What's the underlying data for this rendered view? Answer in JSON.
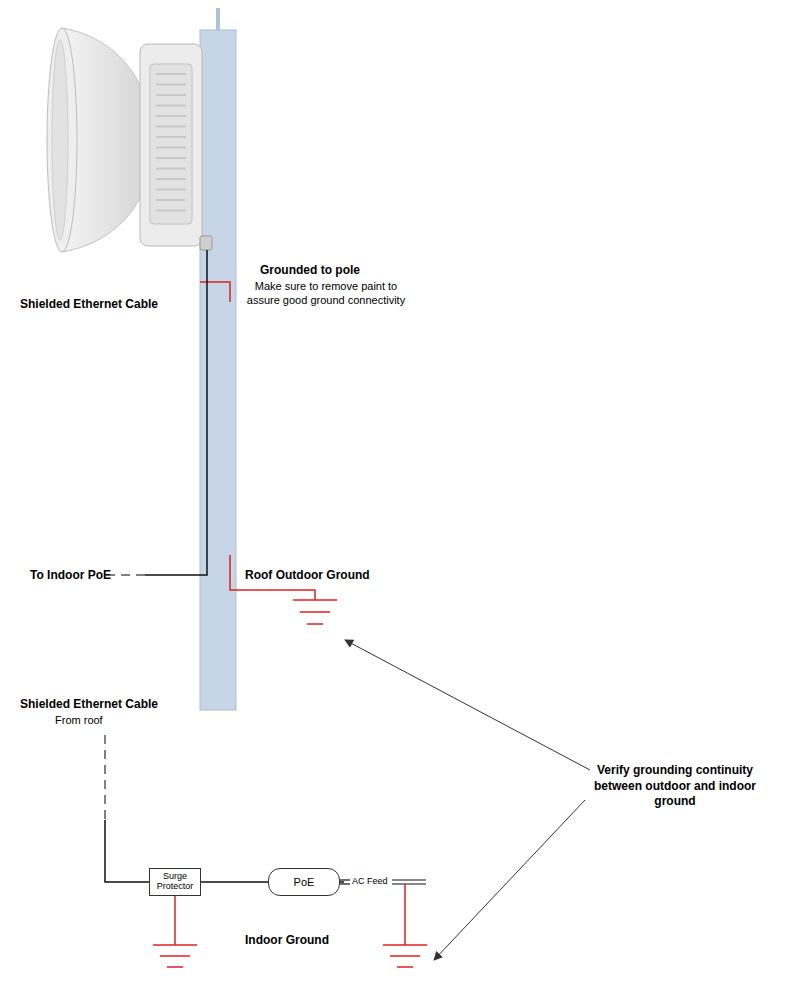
{
  "diagram": {
    "nodes": [
      {
        "text": [
          "Surge Protector"
        ]
      },
      {
        "text": [
          "PoE"
        ]
      }
    ],
    "edges": [
      {
        "from": 0,
        "to": 1,
        "arrow": "none"
      }
    ],
    "labels": [
      "Grounded to pole",
      "Make sure to remove paint to assure good ground connectivity",
      "Shielded Ethernet Cable",
      "To Indoor PoE",
      "Roof Outdoor Ground",
      "Shielded Ethernet Cable",
      "From roof",
      "AC Feed",
      "Indoor Ground",
      "Verify grounding continuity between outdoor and indoor ground"
    ]
  }
}
